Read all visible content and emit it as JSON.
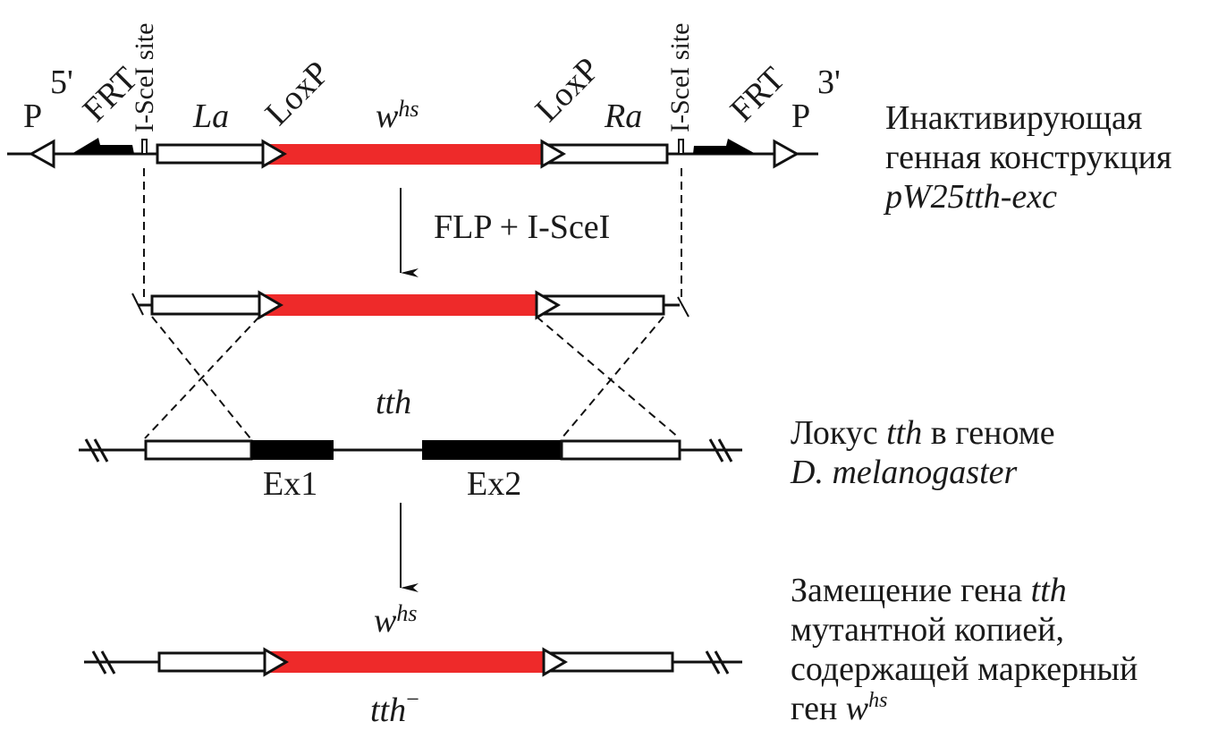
{
  "colors": {
    "marker_gene": "#ee2a2a",
    "line": "#111111",
    "exon": "#000000"
  },
  "construct": {
    "p5_label": "P",
    "p5_end": "5'",
    "frt_left": "FRT",
    "isce_left": "I-SceI site",
    "la_label": "La",
    "loxp_left": "LoxP",
    "whs_base": "w",
    "whs_sup": "hs",
    "loxp_right": "LoxP",
    "ra_label": "Ra",
    "isce_right": "I-SceI site",
    "frt_right": "FRT",
    "p3_label": "P",
    "p3_end": "3'"
  },
  "step1": {
    "arrow_label": "FLP + I-SceI"
  },
  "locus": {
    "gene_label": "tth",
    "exon1_label": "Ex1",
    "exon2_label": "Ex2"
  },
  "result": {
    "whs_base": "w",
    "whs_sup": "hs",
    "tth_base": "tth",
    "tth_sup": "−"
  },
  "side_labels": {
    "construct": {
      "line1": "Инактивирующая",
      "line2": "генная конструкция",
      "line3": "pW25tth-exc"
    },
    "locus": {
      "line1_a": "Локус ",
      "line1_b": "tth",
      "line1_c": " в геноме",
      "line2": "D. melanogaster"
    },
    "result": {
      "line1_a": "Замещение гена ",
      "line1_b": "tth",
      "line2": "мутантной копией,",
      "line3": "содержащей маркерный",
      "line4_a": "ген ",
      "line4_b": "w",
      "line4_sup": "hs"
    }
  }
}
